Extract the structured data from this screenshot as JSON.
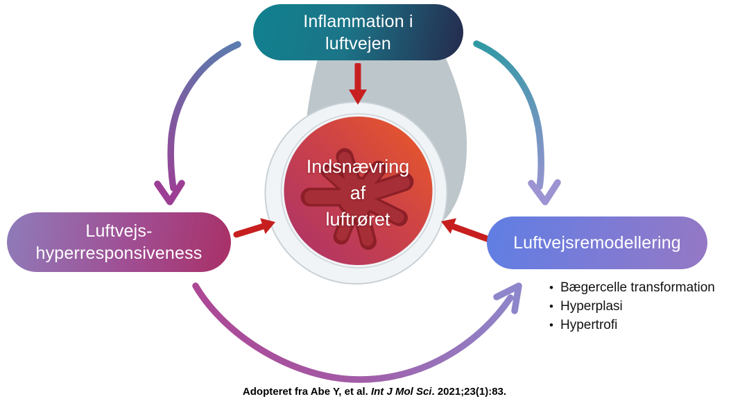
{
  "pills": {
    "inflammation": {
      "lines": [
        "Inflammation i",
        "luftvejen"
      ]
    },
    "hyperresponsiveness": {
      "lines": [
        "Luftvejs-",
        "hyperresponsiveness"
      ]
    },
    "remodeling": {
      "lines": [
        "Luftvejsremodellering"
      ]
    }
  },
  "center": {
    "lines": [
      "Indsnævring",
      "af",
      "luftrøret"
    ]
  },
  "remodeling_bullets": {
    "marker": "•",
    "items": [
      "Bægercelle transformation",
      "Hyperplasi",
      "Hypertrofi"
    ]
  },
  "caption": {
    "prefix": "Adopteret fra Abe Y, et al. ",
    "journal_italic": "Int J Mol Sci",
    "suffix": ". 2021;23(1):83."
  },
  "colors": {
    "background": "#FFFFFF",
    "pill_inflammation_gradient": [
      "#10818F",
      "#252A4D"
    ],
    "pill_hyperresponsiveness_gradient": [
      "#8F7CBA",
      "#A93067"
    ],
    "pill_remodeling_gradient": [
      "#5F7EE3",
      "#9578C4"
    ],
    "airway_tube": "#BDC6CB",
    "airway_ring_fill": "#F1F4F7",
    "airway_ring_border": "#C9D1D6",
    "lumen_gradient": [
      "#AE3468",
      "#E8582A"
    ],
    "lumen_blob_fill": "#A62E36",
    "lumen_blob_outline": "#8C1F27",
    "red_arrow": "#C71F1F",
    "arc_top_left_gradient": [
      "#5B7CAE",
      "#9C3E94"
    ],
    "arc_top_right_gradient": [
      "#2E99A3",
      "#9C93D2"
    ],
    "arc_bottom_gradient": [
      "#AC4795",
      "#8E86CA"
    ],
    "body_text": "#111111"
  }
}
